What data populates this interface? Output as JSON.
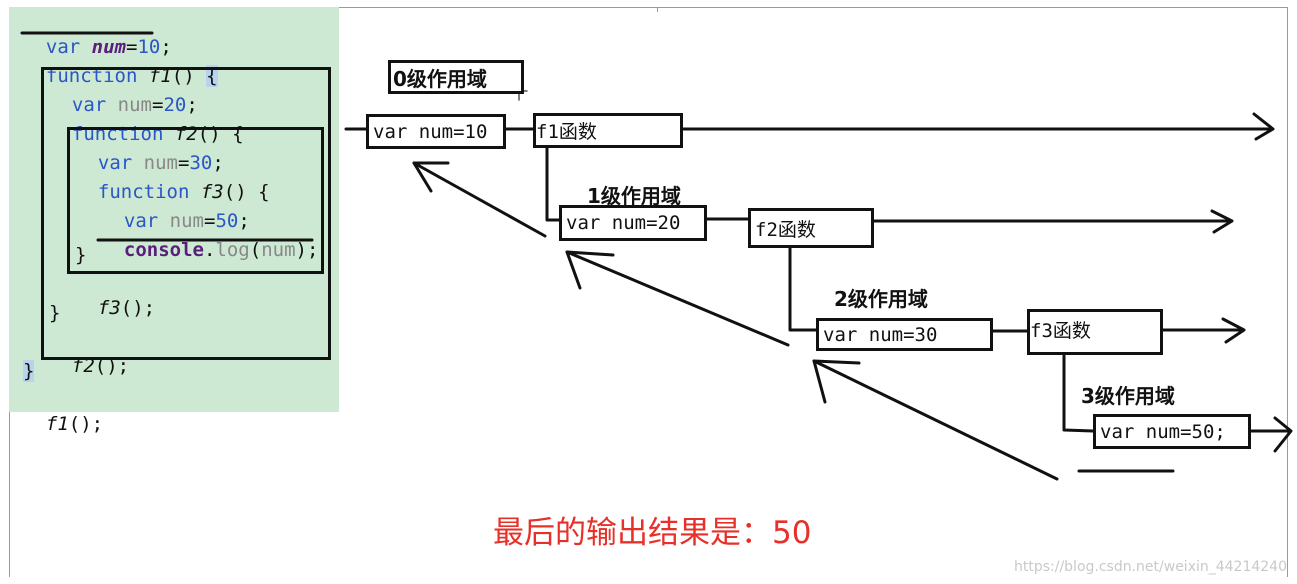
{
  "code": {
    "line1": {
      "kw": "var",
      "name": "num",
      "rest": "=",
      "val": "10",
      "end": ";"
    },
    "line2": {
      "kw": "function",
      "name": "f1",
      "rest": "() ",
      "brace": "{"
    },
    "line3": {
      "kw": "var",
      "name": "num",
      "rest": "=",
      "val": "20",
      "end": ";"
    },
    "line4": {
      "kw": "function",
      "name": "f2",
      "rest": "() {"
    },
    "line5": {
      "kw": "var",
      "name": "num",
      "rest": "=",
      "val": "30",
      "end": ";"
    },
    "line6": {
      "kw": "function",
      "name": "f3",
      "rest": "() {"
    },
    "line7": {
      "kw": "var",
      "name": "num",
      "rest": "=",
      "val": "50",
      "end": ";"
    },
    "line8": {
      "obj": "console",
      "dot": ".",
      "method": "log",
      "open": "(",
      "arg": "num",
      "close": ");"
    },
    "line9": "}",
    "line10": {
      "name": "f3",
      "rest": "();"
    },
    "line11": "}",
    "line12": {
      "name": "f2",
      "rest": "();"
    },
    "line13": "}",
    "line14": {
      "name": "f1",
      "rest": "();"
    }
  },
  "scopes": {
    "level0": {
      "label": "0级作用域",
      "var_box": "var num=10",
      "fn_box": "f1函数"
    },
    "level1": {
      "label": "1级作用域",
      "var_box": "var num=20",
      "fn_box": "f2函数"
    },
    "level2": {
      "label": "2级作用域",
      "var_box": "var num=30",
      "fn_box": "f3函数"
    },
    "level3": {
      "label": "3级作用域",
      "var_box": "var num=50;"
    }
  },
  "result": "最后的输出结果是：50",
  "watermark": "https://blog.csdn.net/weixin_44214240",
  "colors": {
    "result": "#e8302a",
    "panel": "#cde8d3",
    "keyword": "#2a56c6"
  }
}
